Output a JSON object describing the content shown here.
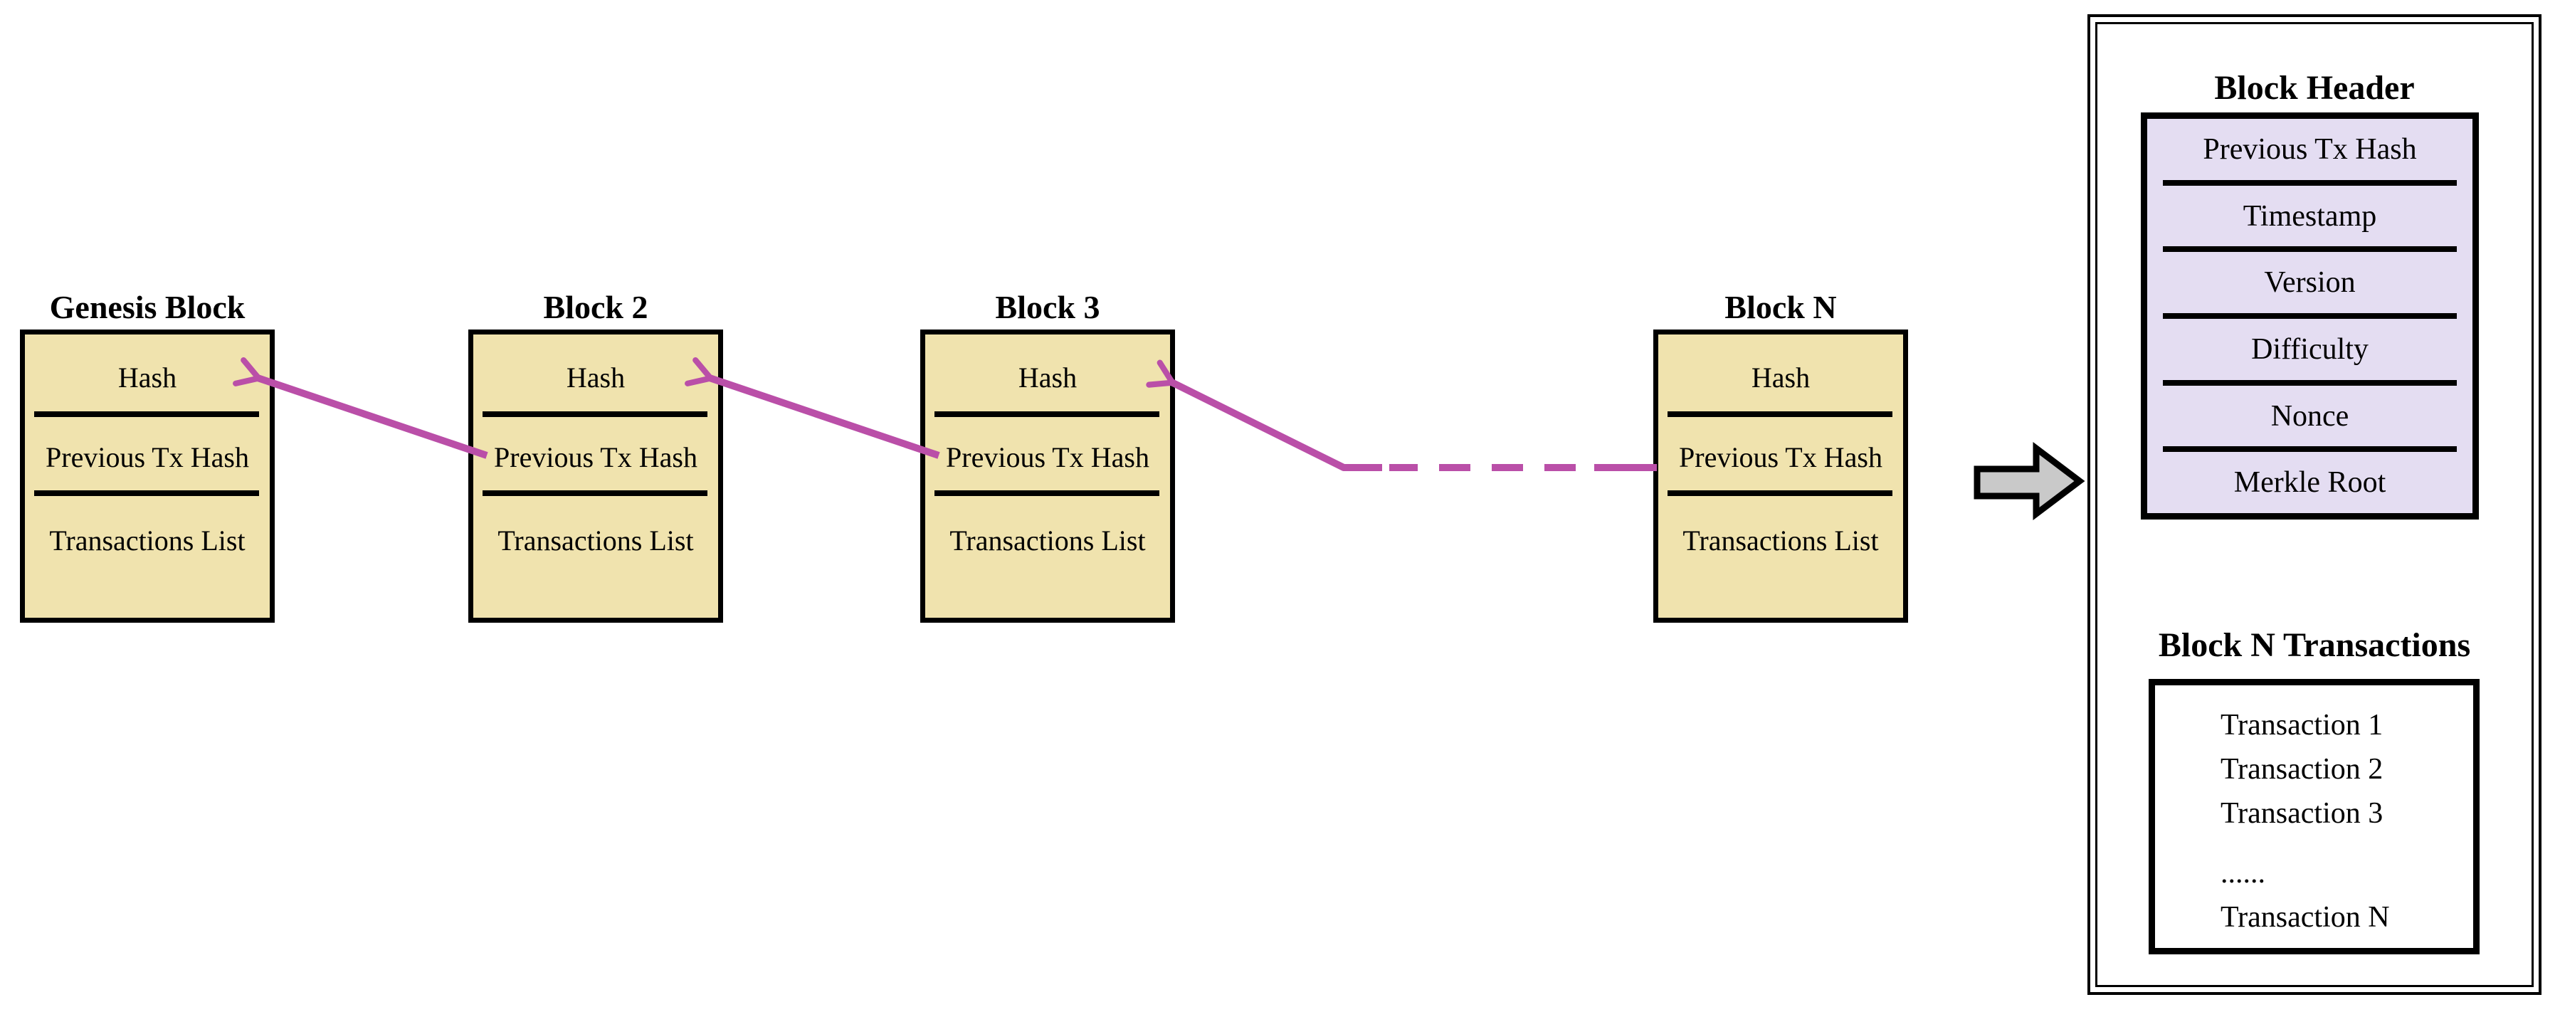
{
  "diagram": {
    "colors": {
      "block_fill": "#F0E3AE",
      "header_fill": "#E4DDF2",
      "arrow": "#BA4FA8",
      "block_arrow_fill": "#C9C9C9",
      "ink": "#000000"
    },
    "chain_blocks": [
      {
        "title": "Genesis Block",
        "rows": [
          "Hash",
          "Previous Tx Hash",
          "Transactions List"
        ]
      },
      {
        "title": "Block 2",
        "rows": [
          "Hash",
          "Previous Tx Hash",
          "Transactions List"
        ]
      },
      {
        "title": "Block 3",
        "rows": [
          "Hash",
          "Previous Tx Hash",
          "Transactions List"
        ]
      },
      {
        "title": "Block N",
        "rows": [
          "Hash",
          "Previous Tx Hash",
          "Transactions List"
        ]
      }
    ],
    "detail_panel": {
      "header_title": "Block Header",
      "header_fields": [
        "Previous Tx Hash",
        "Timestamp",
        "Version",
        "Difficulty",
        "Nonce",
        "Merkle Root"
      ],
      "transactions_title": "Block N Transactions",
      "transactions": [
        "Transaction 1",
        "Transaction 2",
        "Transaction 3",
        "......",
        "Transaction N"
      ]
    }
  }
}
